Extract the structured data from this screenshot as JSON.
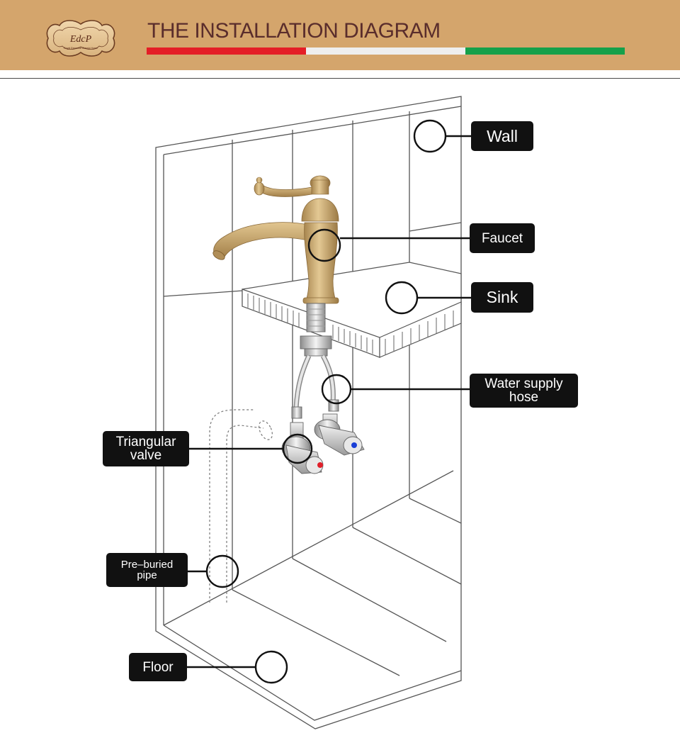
{
  "header": {
    "title": "THE INSTALLATION DIAGRAM",
    "logo_monogram": "EdcP",
    "logo_tagline": "Royal Essential Classic Home",
    "stripe_colors": [
      "#e41e26",
      "#eeeeee",
      "#15a04a"
    ],
    "background_color": "#d4a56c",
    "title_color": "#5a2d2c"
  },
  "labels": {
    "wall": "Wall",
    "faucet": "Faucet",
    "sink": "Sink",
    "water_supply_hose_line1": "Water supply",
    "water_supply_hose_line2": "hose",
    "triangular_valve_line1": "Triangular",
    "triangular_valve_line2": "valve",
    "pre_buried_pipe_line1": "Pre–buried",
    "pre_buried_pipe_line2": "pipe",
    "floor": "Floor"
  },
  "colors": {
    "label_background": "#111111",
    "label_text": "#ffffff",
    "hot_marker": "#e0202a",
    "cold_marker": "#1a3fd6",
    "faucet_gold": "#c9a468"
  }
}
